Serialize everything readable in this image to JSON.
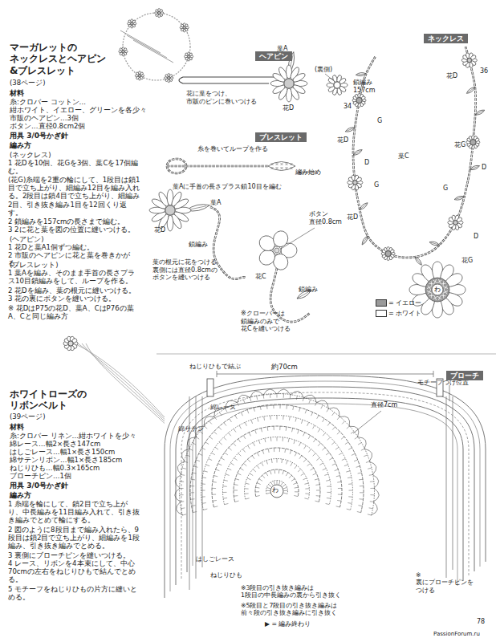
{
  "diagram": {
    "title": "マーガレットの ネックレスとヘアピン &ブレスレット",
    "nodes": [
      {
        "text": [
          "ヘアピン"
        ]
      },
      {
        "text": [
          "ブレスレット"
        ]
      },
      {
        "text": [
          "ネックレス"
        ]
      },
      {
        "text": [
          "ブローチ"
        ]
      }
    ],
    "labels": [
      "(38ページ)",
      "材料",
      "糸:クロバー コットン…",
      "紺ホワイト、イエロー、グリーンを各少々",
      "市販のヘアピン…3個",
      "ボタン…直径0.8cm2個",
      "用具 3/0号かぎ針",
      "編み方",
      "(ネックレス)",
      "1 花Dを10個、花Gを3個、葉Cを17個編む。",
      "(花G)糸端を2重の輪にして、1段目は鎖1目で立ち上がり、細編み12目を編み入れる。2段目は鎖4目で立ち上がり、細編み2目、引き抜き編み1目を12回くり返す。",
      "2 鎖編みを157cmの長さまで編む。",
      "3 2に花と葉を図の位置に縫いつける。",
      "(ヘアピン)",
      "1 花Dと葉A1個ずつ編む。",
      "2 市販のヘアピンに花と葉を巻きかがる。",
      "(ブレスレット)",
      "1 葉Aを編み、そのまま手首の長さプラス10目鎖編みをして、ループを作る。",
      "2 花Dを編み、葉の根元に縫いつける。",
      "3 花の裏にボタンを縫いつける。",
      "※ 花DはP75の花D、葉A、CはP76の葉A、Cと同じ編み方",
      "ホワイトローズの リボンベルト",
      "(39ページ)",
      "材料",
      "糸:クロバー リネン…紺ホワイトを少々",
      "綿レース…幅2×長さ147cm",
      "はしごレース…幅1×長さ150cm",
      "綿サテンリボン…幅1×長さ185cm",
      "ねじりひも…幅0.3×165cm",
      "ブローチピン…1個",
      "用具 3/0号かぎ針",
      "編み方",
      "1 糸端を輪にして、鎖2目で立ち上がり、中長編みを11目編み入れて、引き抜き編みでとめて輪にする。",
      "2 図のように8段目まで編み入れたら、9段目は鎖2目で立ち上がり、細編みを1段編み、引き抜き編みでとめる。",
      "3 裏側にブローチピンを縫いつける。",
      "4 レース、リボンを4本束にして、中心70cmの左右をねじりひもで結んでとめる。",
      "5 モチーフをねじりひもの片方に縫いとめる。",
      "葉A",
      "(裏側)",
      "花に葉をつけ、 市販のピンに巻いつける",
      "花D",
      "糸を巻いてループを作る",
      "編み始め",
      "葉Aに手首の長さプラス鎖10目を編む",
      "花D",
      "葉A",
      "鎖編み",
      "ボタン 直径0.8cm",
      "葉の根元に花をつける 裏側には直径0.8cmの ボタンを縫いつける",
      "花C",
      "鎖編み",
      "※クローバーは 鎖編みのみで 花Cを縫いつける",
      "鎖編み 157cm",
      "36",
      "34",
      "花D",
      "G",
      "花D",
      "D",
      "G",
      "葉C",
      "花G",
      "D",
      "G",
      "花D",
      "D",
      "花G",
      "わ",
      "ねじりひもで結ぶ",
      "約70cm",
      "モチーフつけ位置",
      "綿レース",
      "直径7cm",
      "綿サテン",
      "はしごレース",
      "ねじりひも",
      "わ",
      "※3段目の引き抜き編みは 1段目の中長編みの裏から引き抜く",
      "※5段目と7段目の引き抜き編みは 前々段の引き抜き編みに引き抜く",
      "▶ = 編み終わり",
      "※裏にブローチピンを つける",
      "78",
      "PassionForum.ru"
    ],
    "legend": [
      {
        "text": "= イエロー",
        "color": "#9a9a9a"
      },
      {
        "text": "= ホワイト",
        "color": "#ffffff"
      }
    ]
  }
}
